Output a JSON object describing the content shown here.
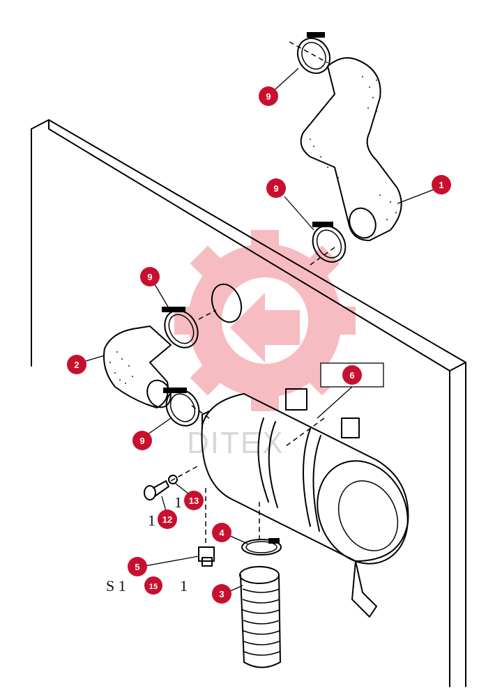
{
  "callouts": {
    "c1": "1",
    "c2": "2",
    "c3": "3",
    "c4": "4",
    "c5": "5",
    "c6": "6",
    "c9": "9",
    "c12": "12",
    "c13": "13",
    "c15": "15"
  },
  "residual_labels": {
    "near_13": "1",
    "near_12": "1",
    "s_label": "S 1",
    "s_label_tail": "1"
  },
  "watermark": {
    "text": "DITEX",
    "color": "#e8424f"
  },
  "colors": {
    "badge": "#c8102e",
    "ink": "#000000"
  }
}
